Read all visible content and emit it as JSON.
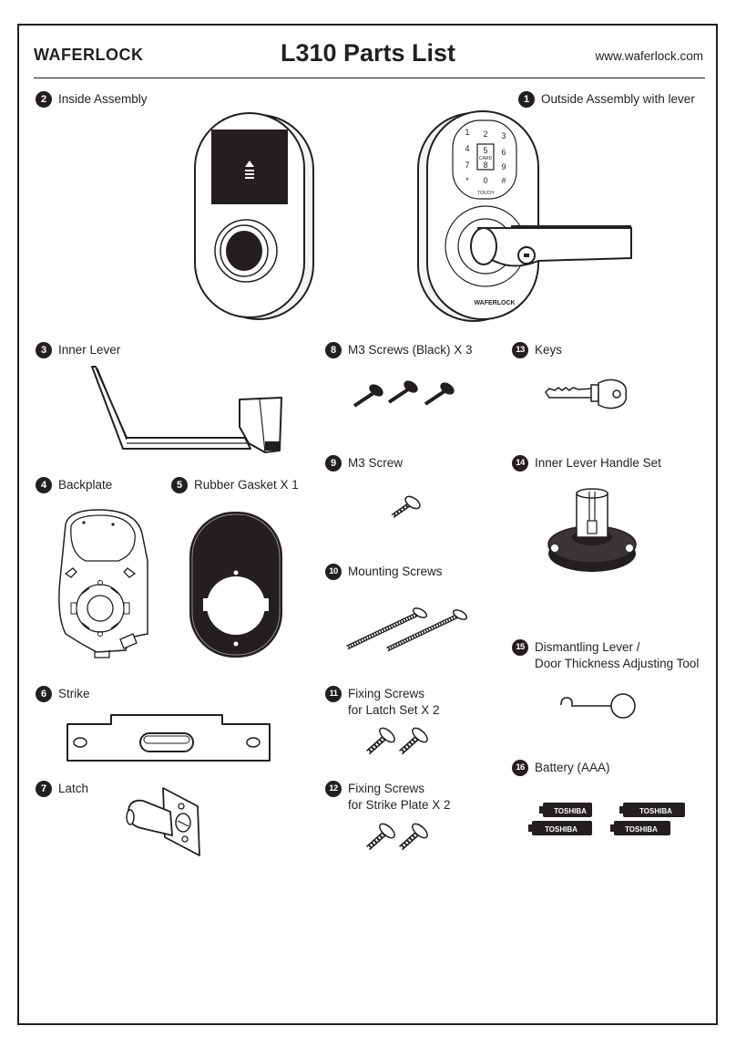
{
  "header": {
    "brand": "WAFERLOCK",
    "title": "L310 Parts List",
    "url": "www.waferlock.com"
  },
  "parts": [
    {
      "num": "1",
      "label": "Outside Assembly with lever"
    },
    {
      "num": "2",
      "label": "Inside Assembly"
    },
    {
      "num": "3",
      "label": "Inner Lever"
    },
    {
      "num": "4",
      "label": "Backplate"
    },
    {
      "num": "5",
      "label": "Rubber Gasket X 1"
    },
    {
      "num": "6",
      "label": "Strike"
    },
    {
      "num": "7",
      "label": "Latch"
    },
    {
      "num": "8",
      "label": "M3 Screws (Black) X 3"
    },
    {
      "num": "9",
      "label": "M3 Screw"
    },
    {
      "num": "10",
      "label": "Mounting Screws"
    },
    {
      "num": "11",
      "label": "Fixing Screws",
      "label2": "for Latch Set X 2"
    },
    {
      "num": "12",
      "label": "Fixing Screws",
      "label2": "for Strike Plate X 2"
    },
    {
      "num": "13",
      "label": "Keys"
    },
    {
      "num": "14",
      "label": "Inner Lever Handle Set"
    },
    {
      "num": "15",
      "label": "Dismantling Lever /",
      "label2": "Door Thickness Adjusting Tool"
    },
    {
      "num": "16",
      "label": "Battery (AAA)"
    }
  ],
  "keypad": {
    "keys": [
      "1",
      "2",
      "3",
      "4",
      "5",
      "6",
      "7",
      "8",
      "9",
      "*",
      "0",
      "#"
    ],
    "card": "CARD",
    "touch": "TOUCH"
  },
  "outside_brand": "WAFERLOCK",
  "battery_brand": "TOSHIBA",
  "colors": {
    "ink": "#231f20",
    "panel": "#231f20",
    "paper": "#ffffff"
  }
}
